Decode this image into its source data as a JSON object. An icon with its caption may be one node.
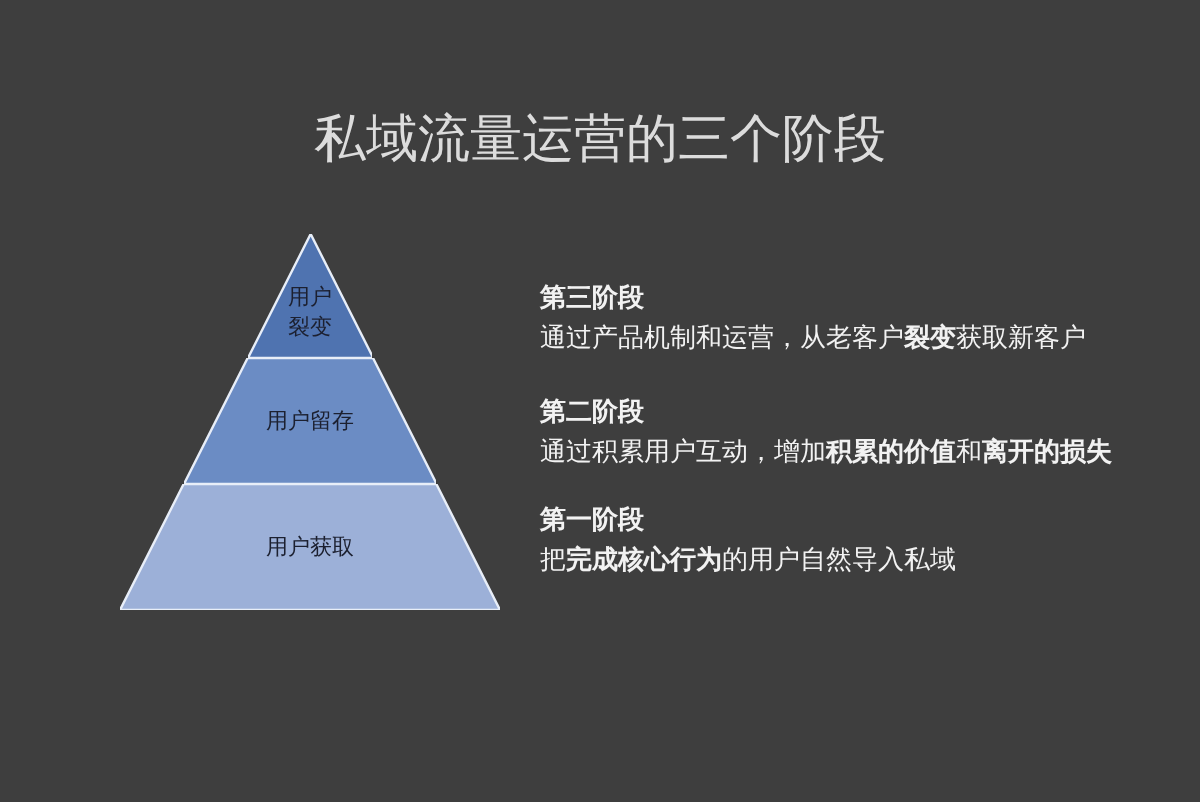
{
  "diagram": {
    "title": "私域流量运营的三个阶段",
    "nodes": [
      {
        "text": [
          "用户裂变"
        ]
      },
      {
        "text": [
          "用户留存"
        ]
      },
      {
        "text": [
          "用户获取"
        ]
      }
    ],
    "labels": [
      "第三阶段",
      "通过产品机制和运营，从老客户**裂变**获取新客户",
      "第二阶段",
      "通过积累用户互动，增加**积累的价值**和**离开的损失**",
      "第一阶段",
      "把**完成核心行为**的用户自然导入私域"
    ]
  }
}
